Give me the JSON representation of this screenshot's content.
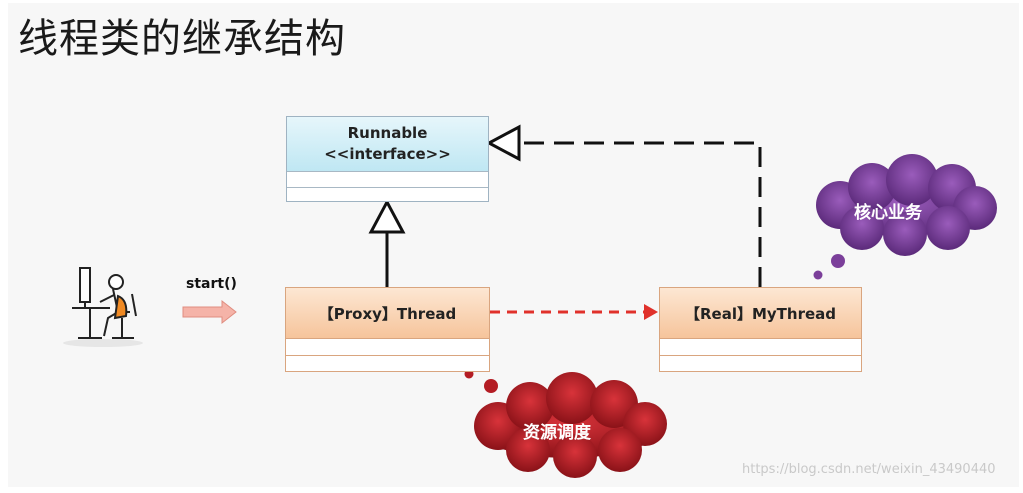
{
  "title": "线程类的继承结构",
  "classes": {
    "runnable": {
      "name": "Runnable",
      "stereotype": "<<interface>>"
    },
    "proxy": {
      "name": "【Proxy】Thread"
    },
    "real": {
      "name": "【Real】MyThread"
    }
  },
  "start_label": "start()",
  "clouds": {
    "core": "核心业务",
    "scheduling": "资源调度"
  },
  "watermark": "https://blog.csdn.net/weixin_43490440",
  "colors": {
    "interface_fill": "#bfe7f3",
    "class_fill": "#f6c49b",
    "dashed_arrow": "#e0312b",
    "cloud_purple": "#7b3f9a",
    "cloud_red": "#b41d24"
  }
}
